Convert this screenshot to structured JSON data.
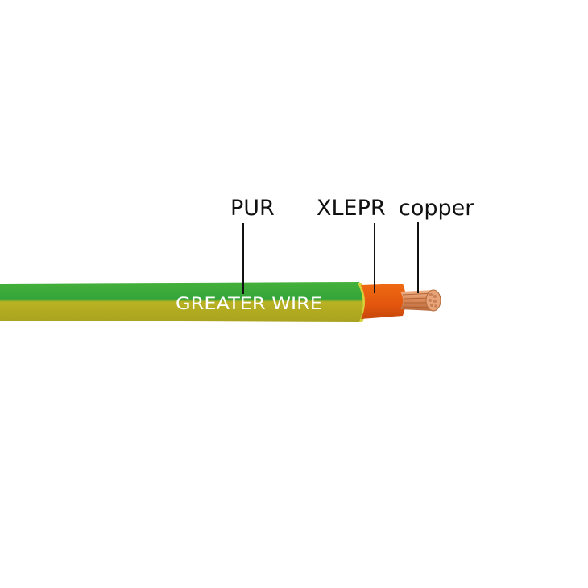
{
  "labels": {
    "outer_sheath": "PUR",
    "insulation": "XLEPR",
    "conductor": "copper"
  },
  "cable_print": "GREATER WIRE",
  "colors": {
    "sheath_green": "#3cab3a",
    "sheath_yellow": "#b3b021",
    "insulation_orange": "#e45a10",
    "copper": "#d98857",
    "leader_line": "#111111",
    "print_text": "#ffffff"
  }
}
